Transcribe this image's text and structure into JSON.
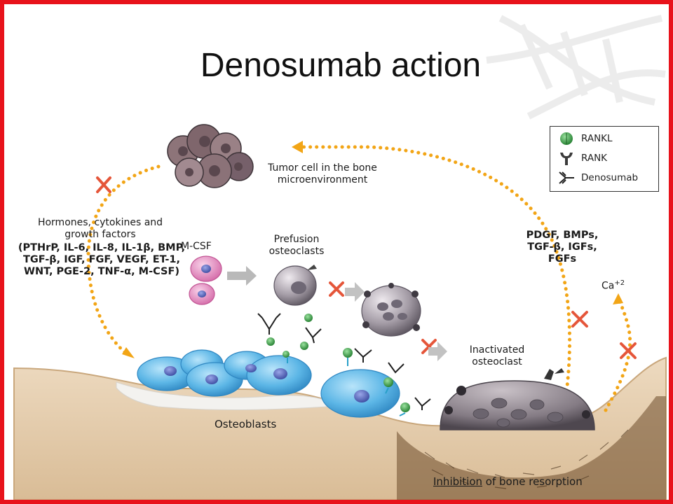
{
  "slide": {
    "title": "Denosumab action",
    "border_color": "#e8121b"
  },
  "legend": {
    "items": [
      {
        "icon": "rankl-icon",
        "label": "RANKL"
      },
      {
        "icon": "rank-icon",
        "label": "RANK"
      },
      {
        "icon": "denosumab-icon",
        "label": "Denosumab"
      }
    ]
  },
  "labels": {
    "tumor_cell": [
      "Tumor cell in the bone",
      "microenvironment"
    ],
    "hormones": [
      "Hormones, cytokines and",
      "growth factors"
    ],
    "factors": [
      "(PTHrP, IL-6, IL-8, IL-1β, BMP,",
      "TGF-β, IGF, FGF, VEGF, ET-1,",
      "WNT, PGE-2, TNF-α, M-CSF)"
    ],
    "mcsf": "M-CSF",
    "prefusion": [
      "Prefusion",
      "osteoclasts"
    ],
    "growth_right": [
      "PDGF, BMPs,",
      "TGF-β, IGFs,",
      "FGFs"
    ],
    "calcium": "Ca",
    "calcium_sup": "+2",
    "inactivated": [
      "Inactivated",
      "osteoclast"
    ],
    "osteoblasts": "Osteoblasts",
    "inhibition_word": "Inhibition",
    "inhibition_rest": " of bone resorption"
  },
  "colors": {
    "arrow_dots": "#f2a516",
    "block_x": "#e5563a",
    "osteoblast": "#5cb6e6",
    "bone": "#e6cba6",
    "mcsf_cell": "#e98fc1",
    "osteoclast": "#9e9aa0",
    "rankl": "#2c9a3a"
  }
}
